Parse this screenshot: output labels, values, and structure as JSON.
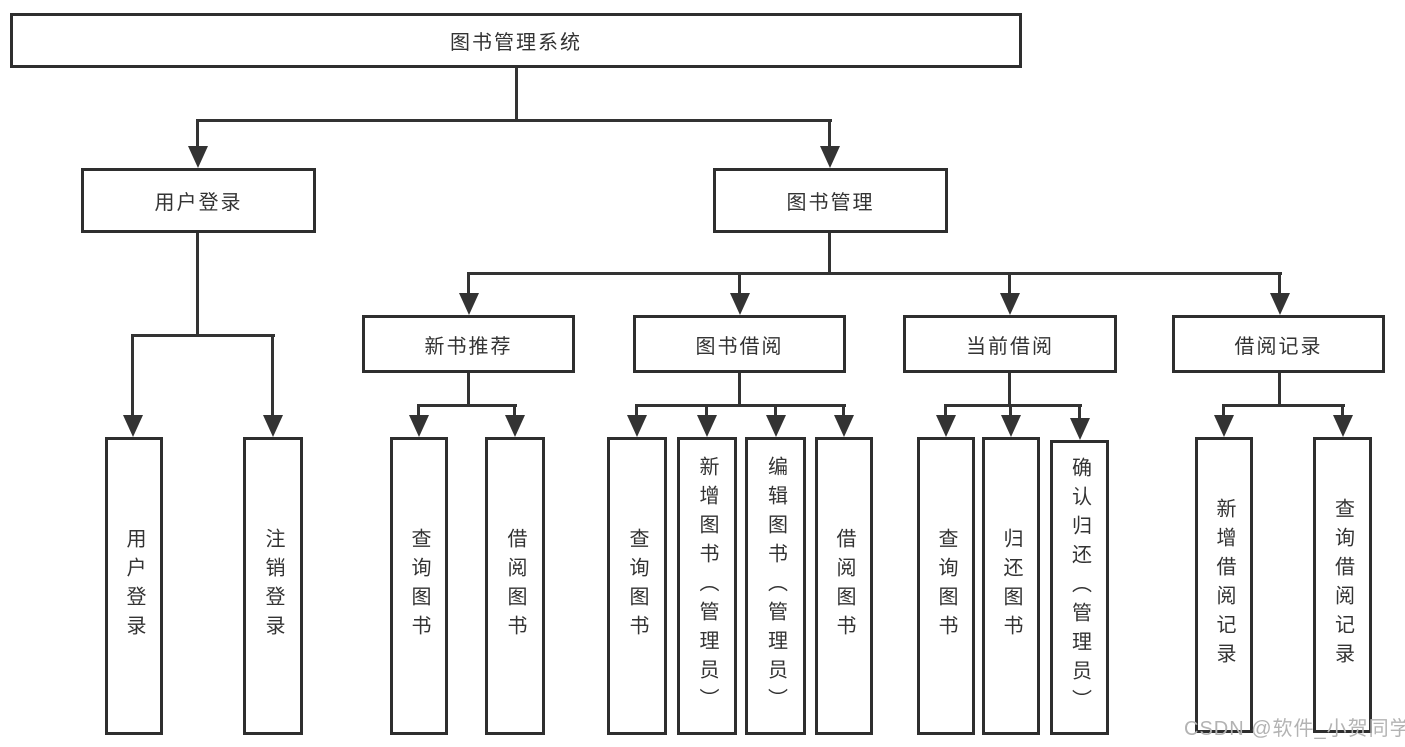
{
  "diagram": {
    "title": "图书管理系统",
    "nodes": {
      "root": "图书管理系统",
      "user_login": "用户登录",
      "book_mgmt": "图书管理",
      "new_book_rec": "新书推荐",
      "book_borrow": "图书借阅",
      "current_borrow": "当前借阅",
      "borrow_record": "借阅记录",
      "leaf_user_login": "用户登录",
      "leaf_logout": "注销登录",
      "nb_query": "查询图书",
      "nb_borrow": "借阅图书",
      "bb_query": "查询图书",
      "bb_add": "新增图书（管理员）",
      "bb_edit": "编辑图书（管理员）",
      "bb_borrow": "借阅图书",
      "cb_query": "查询图书",
      "cb_return": "归还图书",
      "cb_confirm": "确认归还（管理员）",
      "br_add": "新增借阅记录",
      "br_query": "查询借阅记录"
    },
    "edges": [
      [
        "图书管理系统",
        "用户登录"
      ],
      [
        "图书管理系统",
        "图书管理"
      ],
      [
        "用户登录",
        "用户登录"
      ],
      [
        "用户登录",
        "注销登录"
      ],
      [
        "图书管理",
        "新书推荐"
      ],
      [
        "图书管理",
        "图书借阅"
      ],
      [
        "图书管理",
        "当前借阅"
      ],
      [
        "图书管理",
        "借阅记录"
      ],
      [
        "新书推荐",
        "查询图书"
      ],
      [
        "新书推荐",
        "借阅图书"
      ],
      [
        "图书借阅",
        "查询图书"
      ],
      [
        "图书借阅",
        "新增图书（管理员）"
      ],
      [
        "图书借阅",
        "编辑图书（管理员）"
      ],
      [
        "图书借阅",
        "借阅图书"
      ],
      [
        "当前借阅",
        "查询图书"
      ],
      [
        "当前借阅",
        "归还图书"
      ],
      [
        "当前借阅",
        "确认归还（管理员）"
      ],
      [
        "借阅记录",
        "新增借阅记录"
      ],
      [
        "借阅记录",
        "查询借阅记录"
      ]
    ],
    "colors": {
      "line": "#333333",
      "border": "#2e2e2e",
      "text": "#333333",
      "background": "#ffffff",
      "watermark": "#b3b3b3"
    },
    "watermark": "CSDN @软件_小贺同学"
  }
}
